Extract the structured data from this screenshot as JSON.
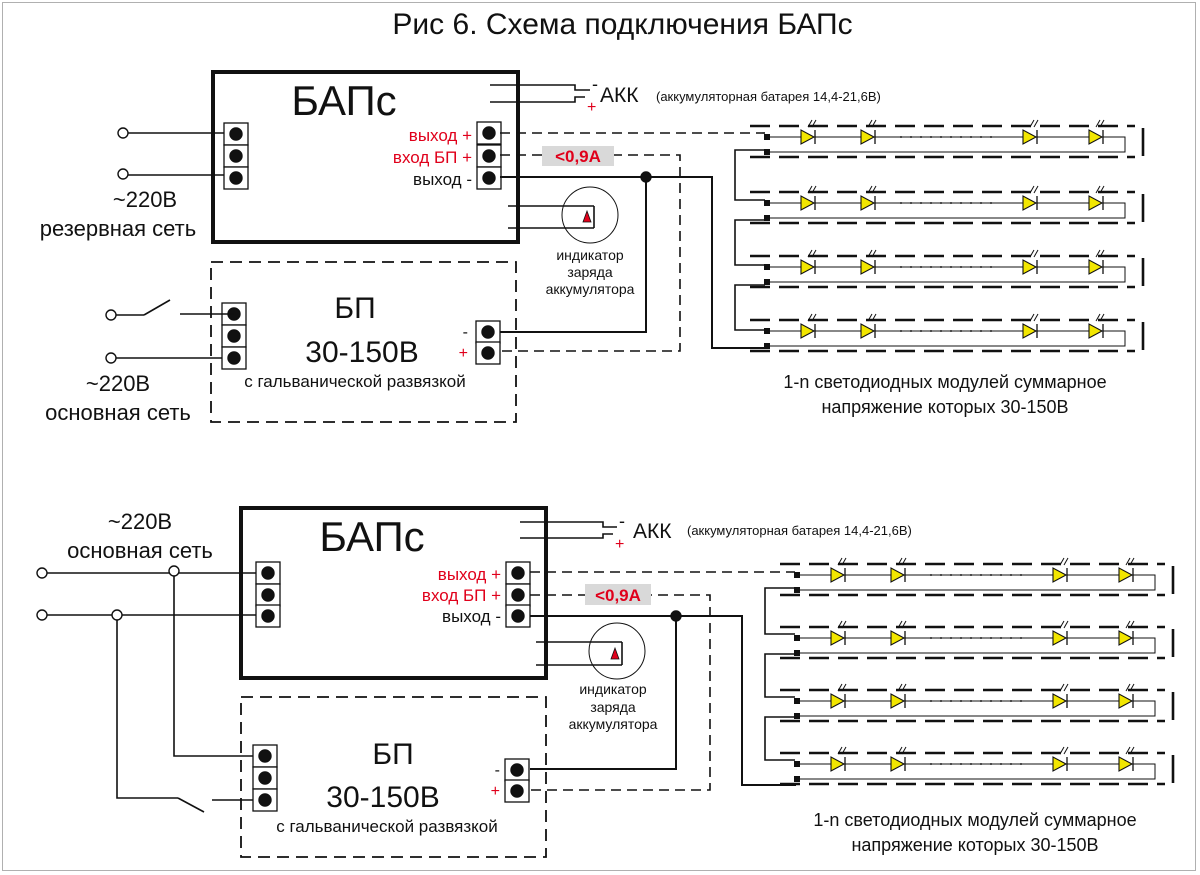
{
  "title": "Рис 6. Схема подключения БАПс",
  "colors": {
    "line": "#111111",
    "red": "#e0001b",
    "led": "#f2e600",
    "badge": "#d9d9d9"
  },
  "top": {
    "baps_label": "БАПс",
    "akk_label": "АКК",
    "akk_desc": "(аккумуляторная батарея 14,4-21,6В)",
    "akk_minus": "-",
    "akk_plus": "+",
    "out_plus": "выход +",
    "in_bp_plus": "вход БП +",
    "out_minus": "выход -",
    "current": "<0,9А",
    "indicator": [
      "индикатор",
      "заряда",
      "аккумулятора"
    ],
    "mains1": [
      "~220В",
      "резервная сеть"
    ],
    "mains2": [
      "~220В",
      "основная сеть"
    ],
    "bp": [
      "БП",
      "30-150В"
    ],
    "bp_note": "с гальванической развязкой",
    "bp_minus": "-",
    "bp_plus": "+",
    "modules": [
      "1-n светодиодных модулей суммарное",
      "напряжение  которых  30-150В"
    ]
  },
  "bottom": {
    "baps_label": "БАПс",
    "akk_label": "АКК",
    "akk_desc": "(аккумуляторная батарея 14,4-21,6В)",
    "akk_minus": "-",
    "akk_plus": "+",
    "out_plus": "выход +",
    "in_bp_plus": "вход БП +",
    "out_minus": "выход -",
    "current": "<0,9А",
    "indicator": [
      "индикатор",
      "заряда",
      "аккумулятора"
    ],
    "mains": [
      "~220В",
      "основная сеть"
    ],
    "bp": [
      "БП",
      "30-150В"
    ],
    "bp_note": "с гальванической развязкой",
    "bp_minus": "-",
    "bp_plus": "+",
    "modules": [
      "1-n светодиодных модулей суммарное",
      "напряжение  которых  30-150В"
    ]
  }
}
